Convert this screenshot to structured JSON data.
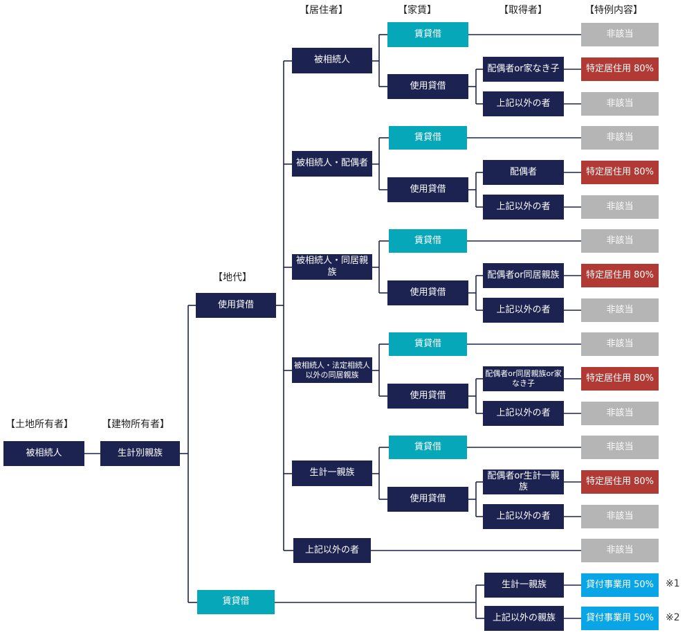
{
  "headers": {
    "land_owner": "【土地所有者】",
    "building_owner": "【建物所有者】",
    "land_rent": "【地代】",
    "resident": "【居住者】",
    "house_rent": "【家賃】",
    "acquirer": "【取得者】",
    "special_content": "【特例内容】"
  },
  "level1": {
    "land_owner": "被相続人",
    "building_owner": "生計別親族"
  },
  "land_rent": {
    "use_loan": "使用貸借",
    "lease": "賃貸借"
  },
  "residents": [
    {
      "label": "被相続人",
      "lease": "賃貸借",
      "lease_result": "非該当",
      "use_loan": "使用貸借",
      "acq1": "配偶者or家なき子",
      "acq1_result": "特定居住用 80%",
      "acq2": "上記以外の者",
      "acq2_result": "非該当"
    },
    {
      "label": "被相続人・配偶者",
      "lease": "賃貸借",
      "lease_result": "非該当",
      "use_loan": "使用貸借",
      "acq1": "配偶者",
      "acq1_result": "特定居住用 80%",
      "acq2": "上記以外の者",
      "acq2_result": "非該当"
    },
    {
      "label": "被相続人・同居親族",
      "lease": "賃貸借",
      "lease_result": "非該当",
      "use_loan": "使用貸借",
      "acq1": "配偶者or同居親族",
      "acq1_result": "特定居住用 80%",
      "acq2": "上記以外の者",
      "acq2_result": "非該当"
    },
    {
      "label": "被相続人・法定相続人以外の同居親族",
      "lease": "賃貸借",
      "lease_result": "非該当",
      "use_loan": "使用貸借",
      "acq1": "配偶者or同居親族or家なき子",
      "acq1_result": "特定居住用 80%",
      "acq2": "上記以外の者",
      "acq2_result": "非該当"
    },
    {
      "label": "生計一親族",
      "lease": "賃貸借",
      "lease_result": "非該当",
      "use_loan": "使用貸借",
      "acq1": "配偶者or生計一親族",
      "acq1_result": "特定居住用 80%",
      "acq2": "上記以外の者",
      "acq2_result": "非該当"
    }
  ],
  "other_resident": {
    "label": "上記以外の者",
    "result": "非該当"
  },
  "lease_branch": {
    "acq1": "生計一親族",
    "acq1_result": "貸付事業用 50%",
    "acq1_note": "※1",
    "acq2": "上記以外の親族",
    "acq2_result": "貸付事業用 50%",
    "acq2_note": "※2"
  },
  "colors": {
    "navy": "#1c2350",
    "teal": "#05a7b8",
    "gray": "#b5b5b5",
    "red": "#b13a34",
    "blue": "#0aa5e6"
  }
}
